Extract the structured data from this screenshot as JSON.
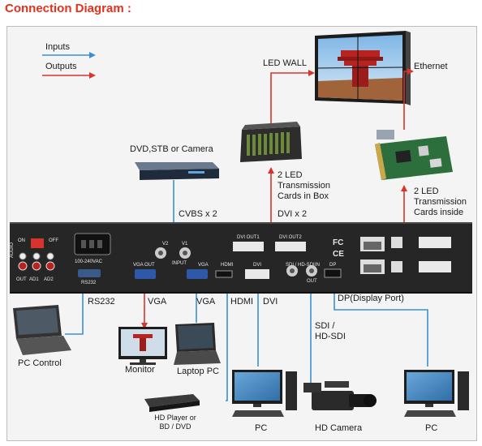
{
  "title": "Connection Diagram :",
  "legend": {
    "inputs": "Inputs",
    "outputs": "Outputs"
  },
  "colors": {
    "input": "#3b8fd1",
    "output": "#d9342b",
    "title": "#e6301e"
  },
  "labels": {
    "led_wall": "LED WALL",
    "ethernet": "Ethernet",
    "dvd_stb": "DVD,STB or Camera",
    "cards_box": [
      "2 LED",
      "Transmission",
      "Cards in Box"
    ],
    "cards_inside": [
      "2 LED",
      "Transmission",
      "Cards inside"
    ],
    "cvbs": "CVBS x 2",
    "dvi_x2": "DVI x 2",
    "rs232": "RS232",
    "vga_out": "VGA",
    "vga_in": "VGA",
    "hdmi": "HDMI",
    "dvi": "DVI",
    "dp": "DP(Display Port)",
    "sdi": [
      "SDI /",
      "HD-SDI"
    ],
    "pc_control": "PC Control",
    "monitor": "Monitor",
    "laptop_pc": "Laptop PC",
    "hd_player": [
      "HD Player or",
      "BD / DVD"
    ],
    "pc1": "PC",
    "hd_camera": "HD Camera",
    "pc2": "PC"
  },
  "panel": {
    "on": "ON",
    "off": "OFF",
    "audio": "AUDIO",
    "out": "OUT",
    "ad1": "AD1",
    "ad2": "AD2",
    "power": "100-240VAC",
    "rs232": "RS232",
    "v2": "V2",
    "v1": "V1",
    "input": "INPUT",
    "vga_out": "VGA OUT",
    "vga": "VGA",
    "hdmi": "HDMI",
    "dvi": "DVI",
    "dvi_out1": "DVI  OUT1",
    "dvi_out2": "DVI  OUT2",
    "sdi": "SDI / HD-SDI",
    "dp": "DP",
    "sdi_out": "OUT",
    "sdi_in": "IN",
    "fc": "FC",
    "ce": "CE"
  }
}
